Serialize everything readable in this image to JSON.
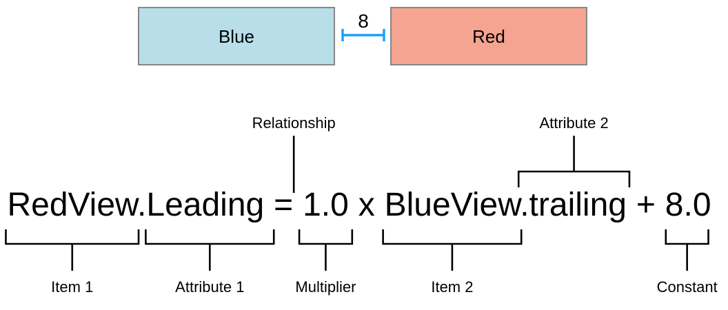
{
  "diagram": {
    "blue_label": "Blue",
    "red_label": "Red",
    "spacing_value": "8"
  },
  "equation": {
    "item1": "RedView",
    "dot": ".",
    "attribute1": "Leading",
    "relationship": "=",
    "multiplier": "1.0",
    "times": "x",
    "item2": "BlueView",
    "attribute2": ".trailing",
    "plus": "+",
    "constant": "8.0"
  },
  "annotations": {
    "relationship": "Relationship",
    "attribute2": "Attribute 2",
    "item1": "Item 1",
    "attribute1": "Attribute 1",
    "multiplier": "Multiplier",
    "item2": "Item 2",
    "constant": "Constant"
  },
  "colors": {
    "blue_fill": "#B8DEE9",
    "red_fill": "#F4A490",
    "rect_border": "#868686",
    "spacing_blue": "#1B9FFB",
    "annotation_line": "#000000"
  }
}
